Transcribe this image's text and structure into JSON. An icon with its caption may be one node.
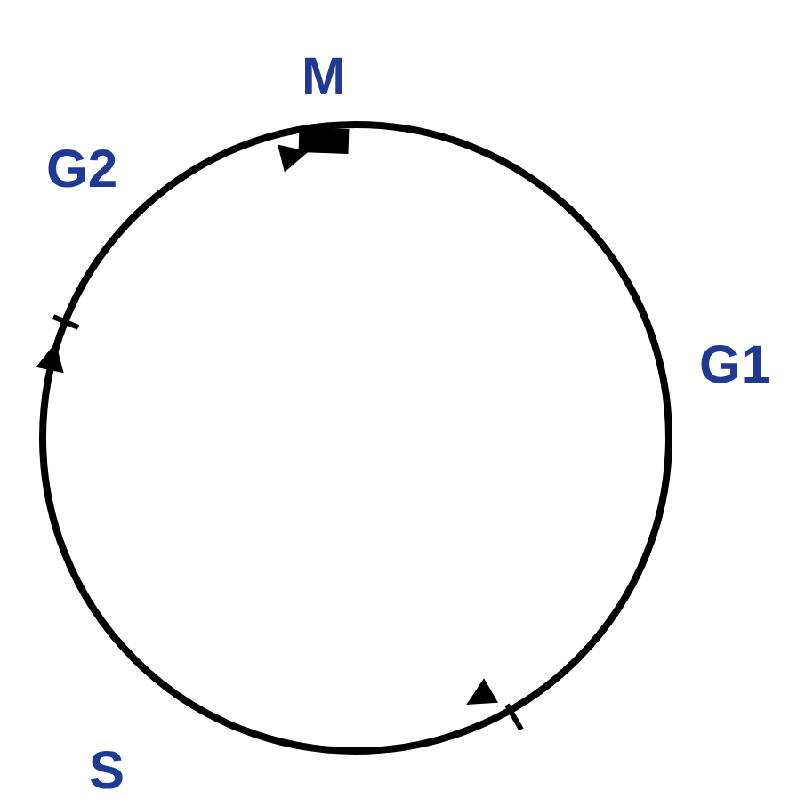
{
  "diagram": {
    "labels": [
      "M",
      "G2",
      "G1",
      "S"
    ]
  }
}
